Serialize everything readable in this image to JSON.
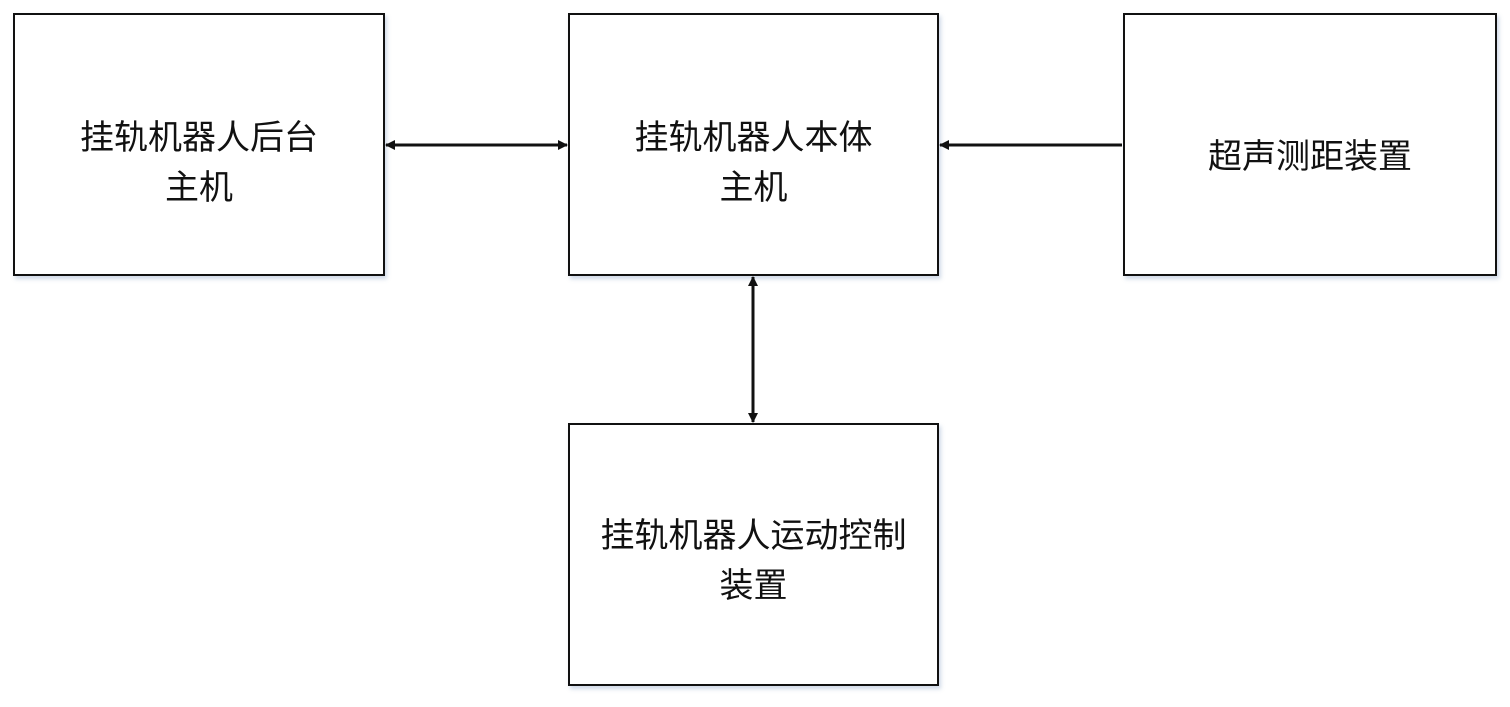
{
  "diagram": {
    "nodes": {
      "backend_host": {
        "label": "挂轨机器人后台主机"
      },
      "body_host": {
        "label": "挂轨机器人本体主机"
      },
      "ultrasonic": {
        "label": "超声测距装置"
      },
      "motion_control": {
        "label": "挂轨机器人运动控制装置"
      }
    },
    "edges": [
      {
        "from": "backend_host",
        "to": "body_host",
        "direction": "bidirectional"
      },
      {
        "from": "ultrasonic",
        "to": "body_host",
        "direction": "one-way"
      },
      {
        "from": "body_host",
        "to": "motion_control",
        "direction": "bidirectional"
      }
    ],
    "colors": {
      "line": "#111111",
      "box_border": "#111111",
      "background": "#ffffff"
    }
  }
}
